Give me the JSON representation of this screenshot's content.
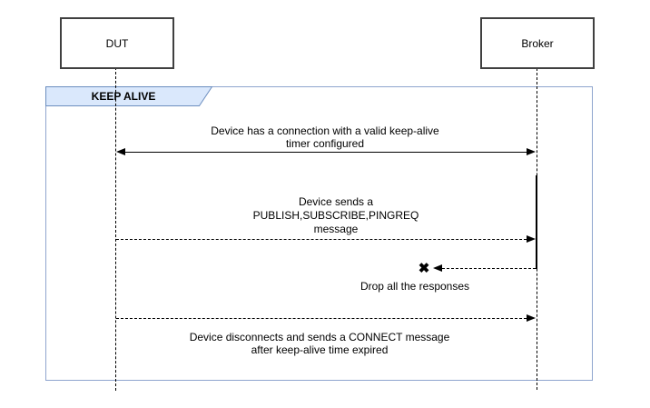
{
  "frame": {
    "label": "KEEP ALIVE"
  },
  "actors": [
    {
      "label": "DUT"
    },
    {
      "label": "Broker"
    }
  ],
  "messages": [
    {
      "name": "keep-alive-configured",
      "from": "DUT",
      "to": "Broker",
      "line_style": "solid",
      "arrowheads": "both",
      "lines": [
        "Device has a connection with a valid keep-alive",
        "timer configured"
      ]
    },
    {
      "name": "device-sends-message",
      "from": "DUT",
      "to": "Broker",
      "line_style": "dashed",
      "arrowheads": "right",
      "lines": [
        "Device sends a",
        "PUBLISH,SUBSCRIBE,PINGREQ",
        "message"
      ]
    },
    {
      "name": "drop-all-responses",
      "from": "Broker",
      "to": "dropped",
      "line_style": "dashed",
      "arrowheads": "left-into-x-marker",
      "lines": [
        "Drop all the responses"
      ]
    },
    {
      "name": "reconnect-after-expiry",
      "from": "DUT",
      "to": "Broker",
      "line_style": "dashed",
      "arrowheads": "right",
      "lines": [
        "Device disconnects and sends a CONNECT message",
        "after keep-alive time expired"
      ]
    }
  ],
  "icons": {
    "drop_x": "✖"
  },
  "colors": {
    "frame_border": "#8fa5ce",
    "frame_tab_fill": "#dae8fc",
    "frame_tab_border": "#6c8ebf",
    "actor_border": "#404040",
    "message_line": "#000000",
    "background": "#ffffff"
  }
}
